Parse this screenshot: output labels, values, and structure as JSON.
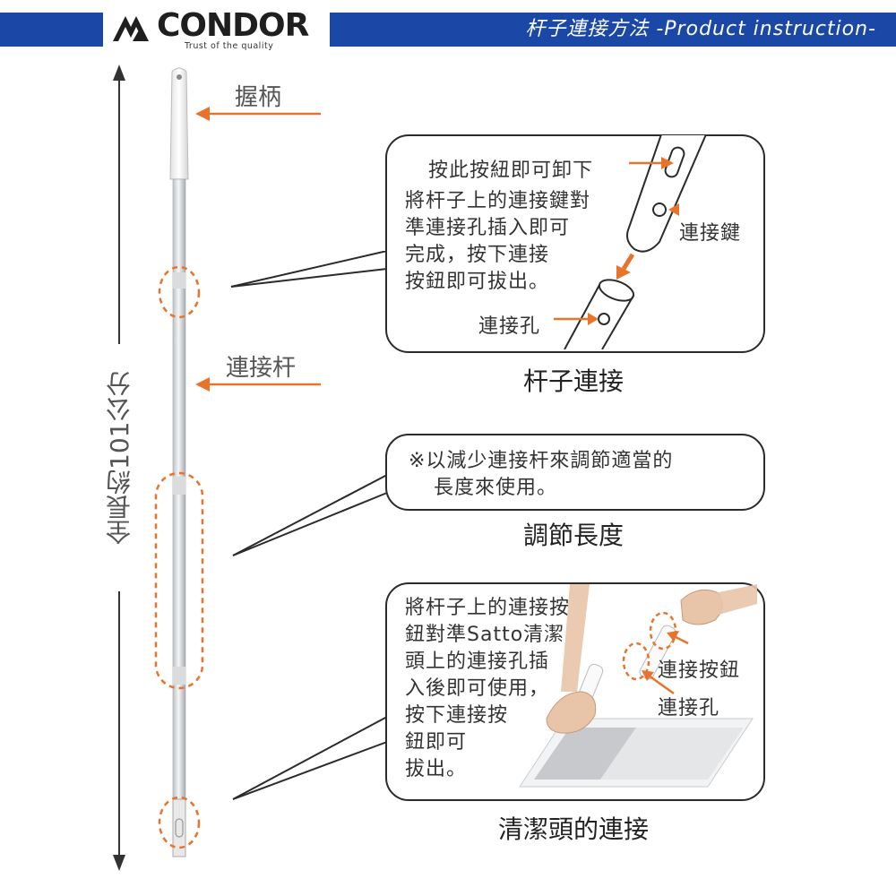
{
  "header": {
    "brand": "CONDOR",
    "tagline": "Trust of the quality",
    "title": "杆子連接方法 -Product instruction-"
  },
  "measure": {
    "label": "全長約101公分"
  },
  "parts": {
    "grip_label": "握柄",
    "pole_label": "連接杆"
  },
  "sections": [
    {
      "caption": "杆子連接",
      "release_note": "按此按紐即可卸下",
      "instruction_lines": [
        "將杆子上的連接鍵對",
        "準連接孔插入即可",
        "完成，按下連接",
        "按鈕即可拔出。"
      ],
      "key_label": "連接鍵",
      "hole_label": "連接孔"
    },
    {
      "caption": "調節長度",
      "note_lines": [
        "※以減少連接杆來調節適當的",
        "長度來使用。"
      ]
    },
    {
      "caption": "清潔頭的連接",
      "instruction_lines": [
        "將杆子上的連接按",
        "鈕對準Satto清潔",
        "頭上的連接孔插",
        "入後即可使用，",
        "按下連接按",
        "鈕即可",
        "拔出。"
      ],
      "button_label": "連接按鈕",
      "hole_label": "連接孔"
    }
  ],
  "colors": {
    "brand_blue": "#1b47a6",
    "accent_orange": "#e8742c",
    "frame": "#2b2b2b"
  }
}
